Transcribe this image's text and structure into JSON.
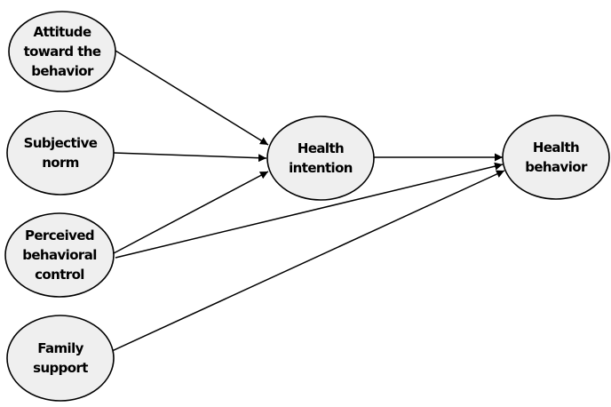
{
  "diagram": {
    "nodes": [
      {
        "id": "attitude",
        "lines": [
          "Attitude",
          "toward the",
          "behavior"
        ]
      },
      {
        "id": "subjective",
        "lines": [
          "Subjective",
          "norm"
        ]
      },
      {
        "id": "perceived",
        "lines": [
          "Perceived",
          "behavioral",
          "control"
        ]
      },
      {
        "id": "family",
        "lines": [
          "Family",
          "support"
        ]
      },
      {
        "id": "intention",
        "lines": [
          "Health",
          "intention"
        ]
      },
      {
        "id": "behavior",
        "lines": [
          "Health",
          "behavior"
        ]
      }
    ],
    "edges": [
      {
        "from": "attitude",
        "to": "intention"
      },
      {
        "from": "subjective",
        "to": "intention"
      },
      {
        "from": "perceived",
        "to": "intention"
      },
      {
        "from": "perceived",
        "to": "behavior"
      },
      {
        "from": "family",
        "to": "behavior"
      },
      {
        "from": "intention",
        "to": "behavior"
      }
    ]
  }
}
